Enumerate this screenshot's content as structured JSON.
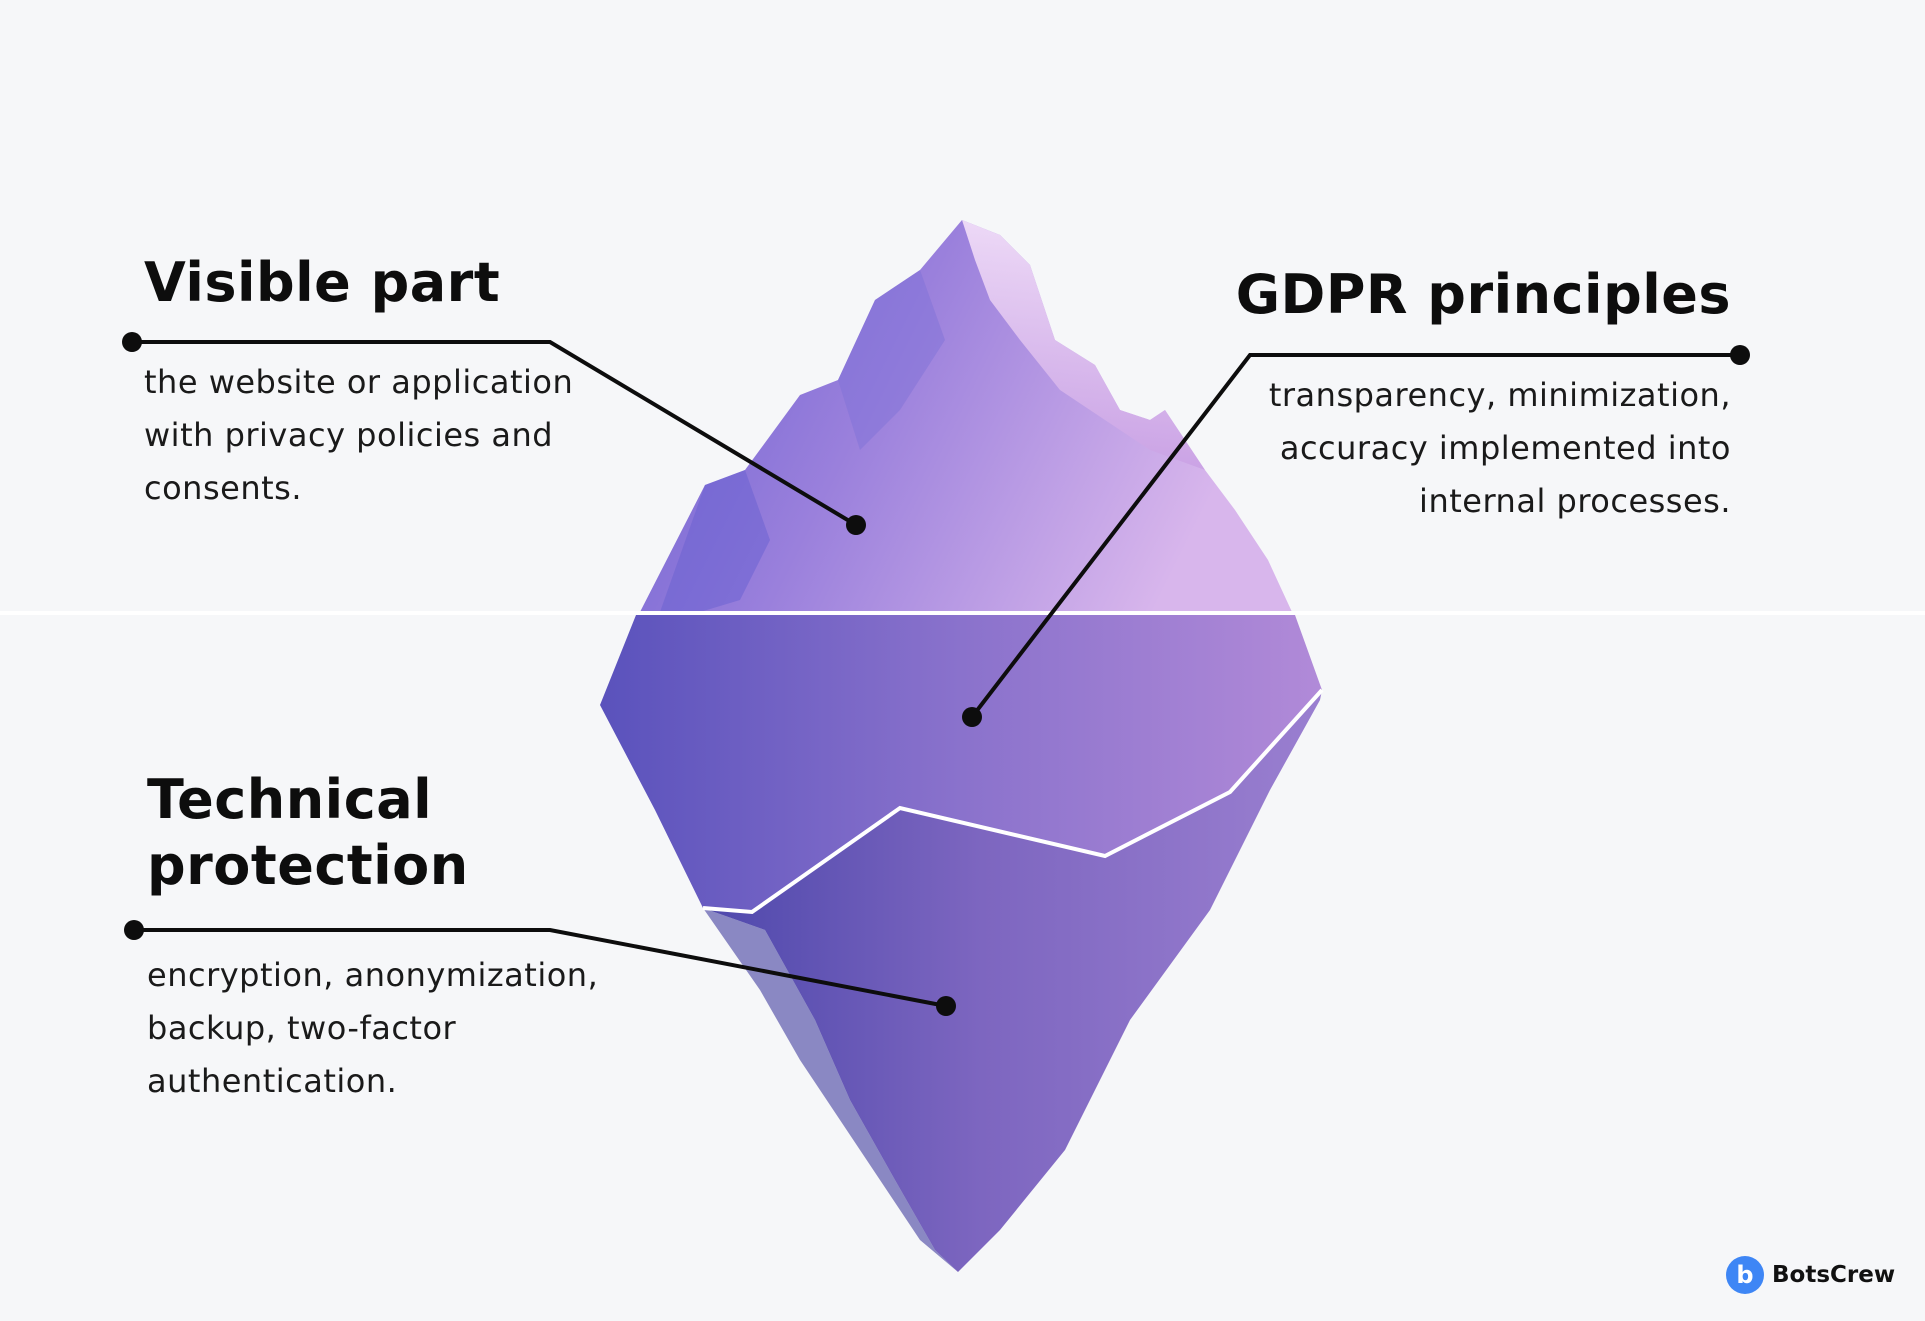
{
  "sections": {
    "visible": {
      "title": "Visible part",
      "description": "the website or application with privacy policies and consents."
    },
    "gdpr": {
      "title": "GDPR principles",
      "description": "transparency, minimization, accuracy implemented into internal processes."
    },
    "technical": {
      "title": "Technical protection",
      "description": "encryption, anonymization, backup, two-factor authentication."
    }
  },
  "brand": {
    "logo_letter": "b",
    "name": "BotsCrew",
    "color": "#3e86f5"
  },
  "colors": {
    "background": "#f6f7f9",
    "iceberg_dark": "#4f4ab0",
    "iceberg_mid": "#8a6fcb",
    "iceberg_light": "#e9c8f0",
    "connector": "#0d0d0d"
  }
}
